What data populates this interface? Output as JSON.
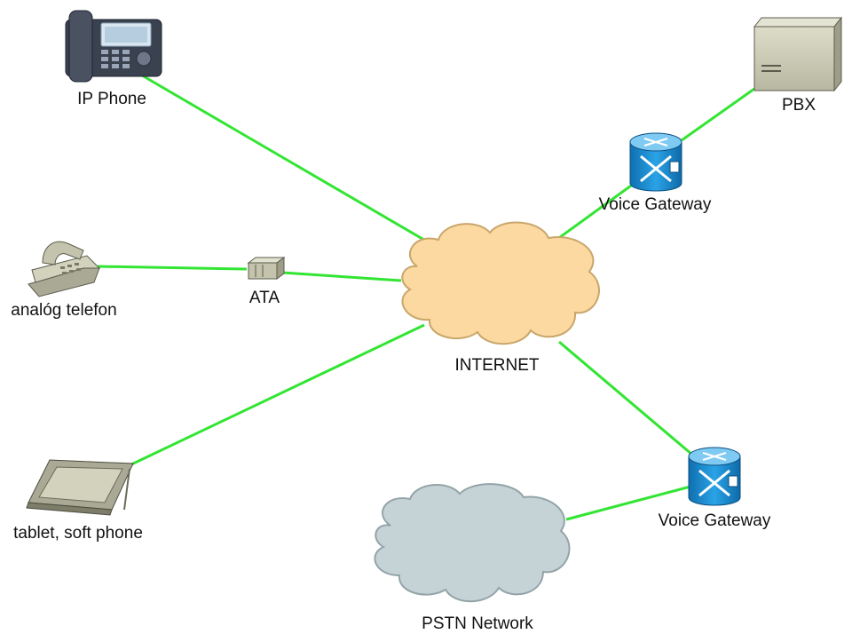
{
  "colors": {
    "link": "#33e533",
    "cloud_internet": "#fbd9a1",
    "cloud_internet_edge": "#c9a66a",
    "cloud_pstn": "#c6d3d6",
    "cloud_pstn_edge": "#93a4a8",
    "gateway": "#1f8fd6",
    "device_gray": "#c9c9b4"
  },
  "nodes": {
    "ip_phone": {
      "label": "IP Phone",
      "icon": "ip-phone-icon"
    },
    "analog_phone": {
      "label": "analóg telefon",
      "icon": "analog-phone-icon"
    },
    "ata": {
      "label": "ATA",
      "icon": "ata-adapter-icon"
    },
    "tablet": {
      "label": "tablet, soft phone",
      "icon": "tablet-icon"
    },
    "internet": {
      "label": "INTERNET",
      "icon": "internet-cloud-icon"
    },
    "pbx": {
      "label": "PBX",
      "icon": "pbx-server-icon"
    },
    "gateway_top": {
      "label": "Voice Gateway",
      "icon": "voice-gateway-icon"
    },
    "gateway_bottom": {
      "label": "Voice Gateway",
      "icon": "voice-gateway-icon"
    },
    "pstn": {
      "label": "PSTN Network",
      "icon": "pstn-cloud-icon"
    }
  },
  "links": [
    [
      "ip_phone",
      "internet"
    ],
    [
      "analog_phone",
      "ata"
    ],
    [
      "ata",
      "internet"
    ],
    [
      "tablet",
      "internet"
    ],
    [
      "gateway_top",
      "internet"
    ],
    [
      "gateway_top",
      "pbx"
    ],
    [
      "gateway_bottom",
      "internet"
    ],
    [
      "gateway_bottom",
      "pstn"
    ]
  ]
}
